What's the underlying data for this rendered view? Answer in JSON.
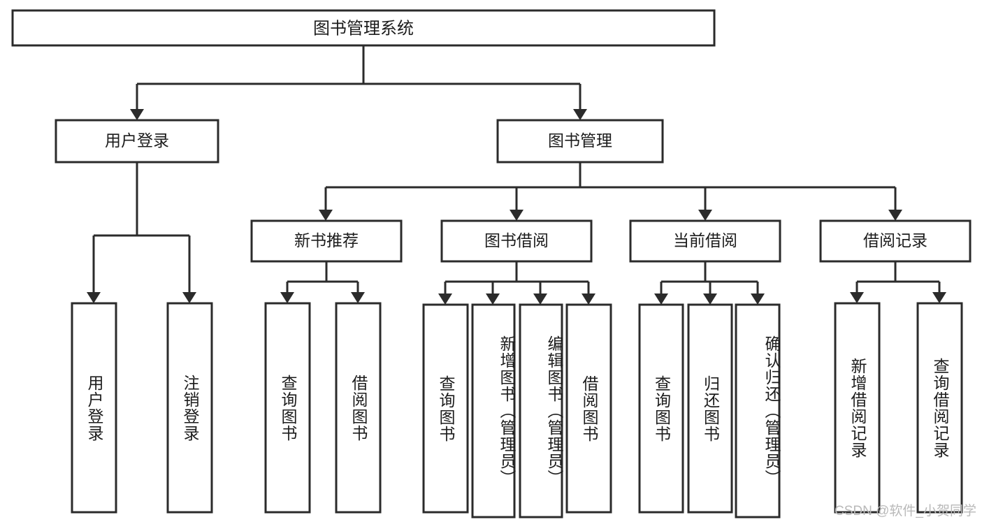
{
  "diagram": {
    "title": "图书管理系统",
    "watermark": "CSDN @软件_小贺同学",
    "type": "tree-hierarchy-diagram",
    "colors": {
      "box_stroke": "#2b2b2b",
      "box_fill": "#ffffff",
      "text": "#1c1c1c",
      "watermark": "#b9b9b9",
      "background": "#ffffff"
    },
    "root": {
      "id": "root",
      "label": "图书管理系统"
    },
    "level2": [
      {
        "id": "user-login",
        "label": "用户登录"
      },
      {
        "id": "book-management",
        "label": "图书管理"
      }
    ],
    "level3": [
      {
        "id": "new-book-recommend",
        "label": "新书推荐",
        "parent": "book-management"
      },
      {
        "id": "book-borrow",
        "label": "图书借阅",
        "parent": "book-management"
      },
      {
        "id": "current-borrow",
        "label": "当前借阅",
        "parent": "book-management"
      },
      {
        "id": "borrow-record",
        "label": "借阅记录",
        "parent": "book-management"
      }
    ],
    "leaves": {
      "user-login": [
        {
          "id": "leaf-user-login",
          "label": "用户登录"
        },
        {
          "id": "leaf-logout-login",
          "label": "注销登录"
        }
      ],
      "new-book-recommend": [
        {
          "id": "leaf-query-book-1",
          "label": "查询图书"
        },
        {
          "id": "leaf-borrow-book-1",
          "label": "借阅图书"
        }
      ],
      "book-borrow": [
        {
          "id": "leaf-query-book-2",
          "label": "查询图书"
        },
        {
          "id": "leaf-add-book",
          "label": "新增图书（管理员）"
        },
        {
          "id": "leaf-edit-book",
          "label": "编辑图书（管理员）"
        },
        {
          "id": "leaf-borrow-book-2",
          "label": "借阅图书"
        }
      ],
      "current-borrow": [
        {
          "id": "leaf-query-book-3",
          "label": "查询图书"
        },
        {
          "id": "leaf-return-book",
          "label": "归还图书"
        },
        {
          "id": "leaf-confirm-return",
          "label": "确认归还（管理员）"
        }
      ],
      "borrow-record": [
        {
          "id": "leaf-add-record",
          "label": "新增借阅记录"
        },
        {
          "id": "leaf-query-record",
          "label": "查询借阅记录"
        }
      ]
    }
  }
}
